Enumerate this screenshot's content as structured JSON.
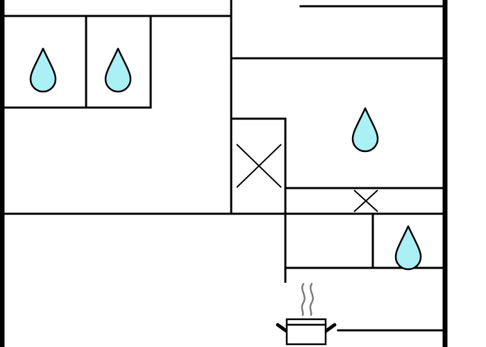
{
  "floor_plan": {
    "rooms": [
      {
        "id": "wet-room-1",
        "symbol": "water-drop-icon"
      },
      {
        "id": "wet-room-2",
        "symbol": "water-drop-icon"
      },
      {
        "id": "wet-room-3",
        "symbol": "water-drop-icon"
      },
      {
        "id": "wet-room-4",
        "symbol": "water-drop-icon"
      },
      {
        "id": "shaft-large",
        "symbol": "cross-mark-icon"
      },
      {
        "id": "shaft-small",
        "symbol": "cross-mark-icon"
      },
      {
        "id": "kitchen",
        "symbol": "cooking-pot-icon"
      }
    ],
    "colors": {
      "wall": "#000000",
      "water_fill": "#aaf0f5",
      "steam": "#7a7a7a",
      "background": "#ffffff"
    }
  }
}
